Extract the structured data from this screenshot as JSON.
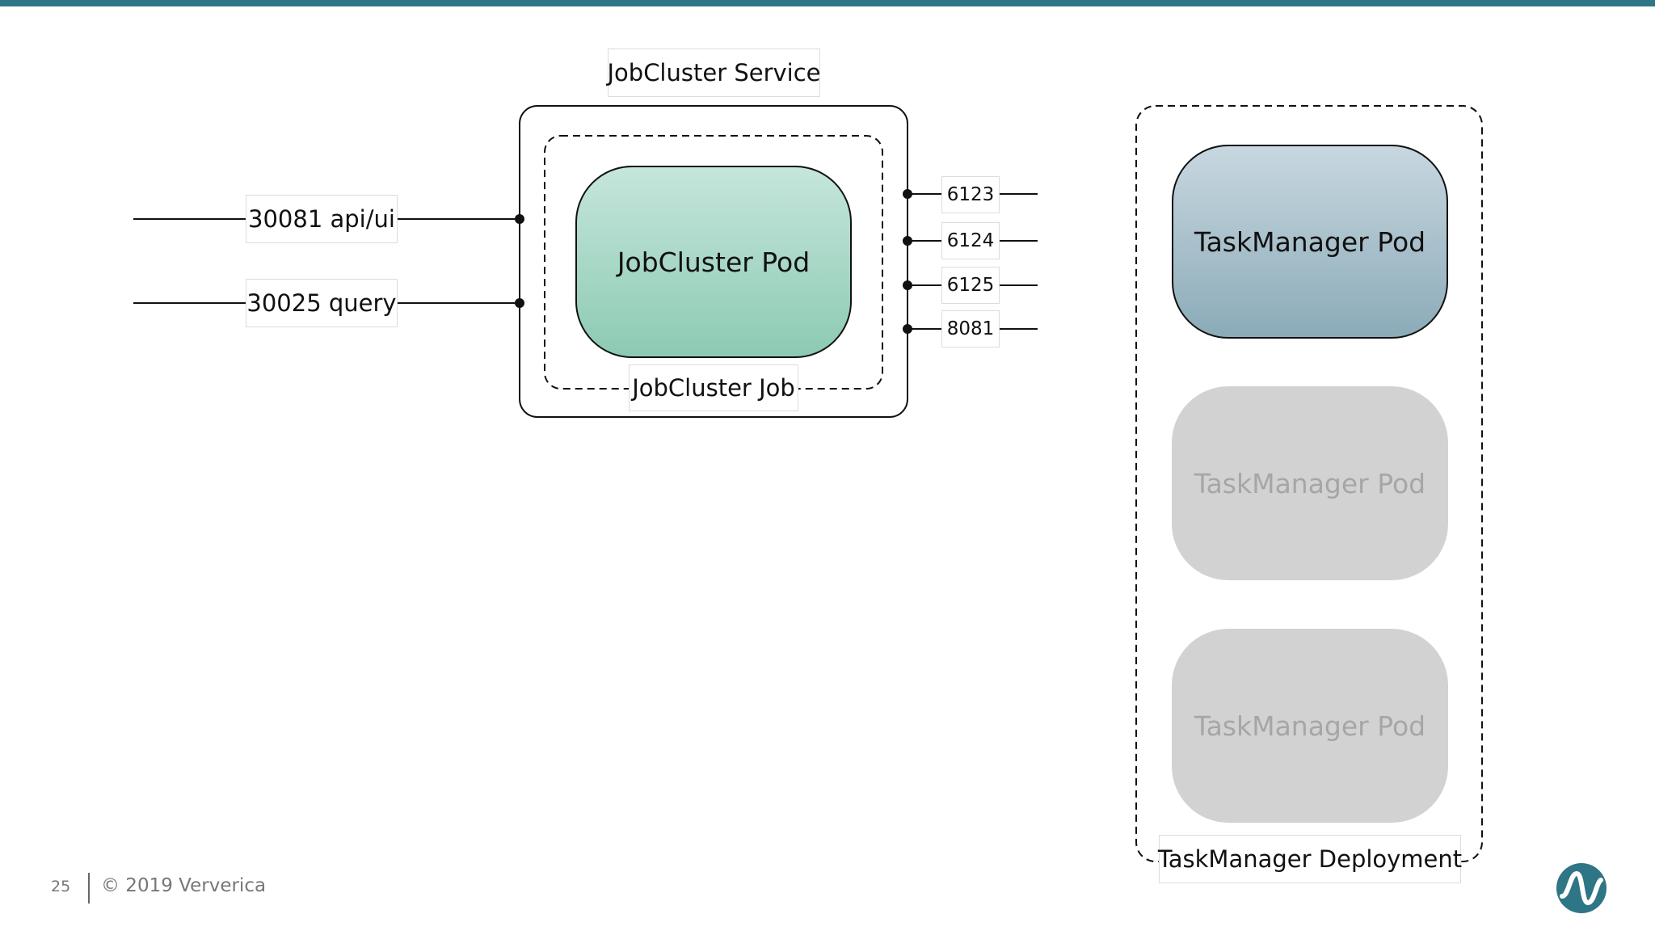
{
  "service_label": "JobCluster Service",
  "job_label": "JobCluster Job",
  "jobcluster_pod_label": "JobCluster Pod",
  "node_ports": [
    "30081 api/ui",
    "30025 query"
  ],
  "cluster_ports": [
    "6123",
    "6124",
    "6125",
    "8081"
  ],
  "taskmanager_pods": [
    "TaskManager Pod",
    "TaskManager Pod",
    "TaskManager Pod"
  ],
  "deployment_label": "TaskManager Deployment",
  "footer": {
    "page_number": "25",
    "copyright": "© 2019 Ververica"
  },
  "colors": {
    "accent": "#2e7585",
    "jobcluster_pod_top": "#c6e6db",
    "jobcluster_pod_bottom": "#8ccab3",
    "taskmanager_pod_top": "#c8d7e0",
    "taskmanager_pod_bottom": "#8babb8",
    "faded_pod": "#d3d2d3"
  },
  "icons": {
    "logo": "ververica-logo-icon"
  }
}
